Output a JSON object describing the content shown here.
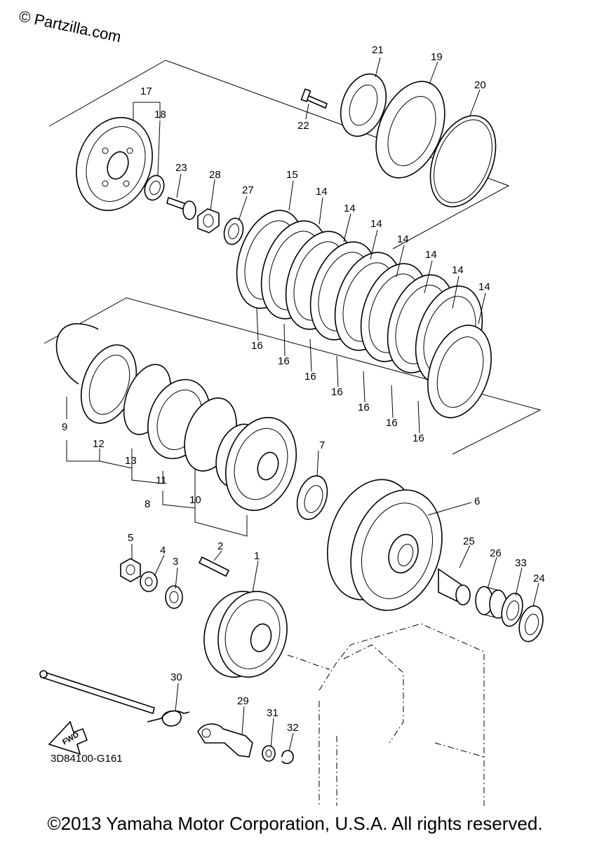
{
  "watermark": "© Partzilla.com",
  "diagram_code": "3D84100-G161",
  "copyright": "©2013 Yamaha Motor Corporation, U.S.A. All rights reserved.",
  "fwd_label": "FWD",
  "callouts": {
    "c1": "1",
    "c2": "2",
    "c3": "3",
    "c4": "4",
    "c5": "5",
    "c6": "6",
    "c7": "7",
    "c8": "8",
    "c9": "9",
    "c10": "10",
    "c11": "11",
    "c12": "12",
    "c13": "13",
    "c14": "14",
    "c15": "15",
    "c16": "16",
    "c17": "17",
    "c18": "18",
    "c19": "19",
    "c20": "20",
    "c21": "21",
    "c22": "22",
    "c23": "23",
    "c24": "24",
    "c25": "25",
    "c26": "26",
    "c27": "27",
    "c28": "28",
    "c29": "29",
    "c30": "30",
    "c31": "31",
    "c32": "32",
    "c33": "33"
  }
}
